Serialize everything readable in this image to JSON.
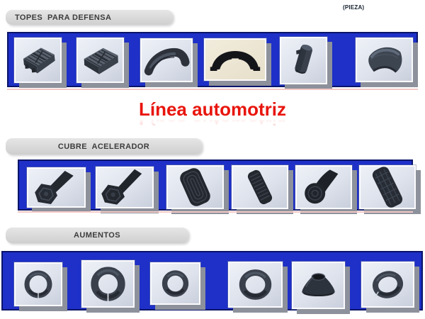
{
  "page": {
    "unit_label": "(PIEZA)",
    "tagline": "Línea automotriz"
  },
  "colors": {
    "band_blue": "#1e30c8",
    "band_border_navy": "#0a1468",
    "tagline_red": "#e8150d",
    "pill_gray": "#d7d7d7",
    "photo_shadow_gray": "#8d919b"
  },
  "sections": [
    {
      "title": "TOPES  PARA DEFENSA",
      "items": [
        {
          "icon": "ribbed-block-stop-icon"
        },
        {
          "icon": "ribbed-block-stop-icon"
        },
        {
          "icon": "curved-ribbed-stop-icon"
        },
        {
          "icon": "arched-bumper-stop-icon"
        },
        {
          "icon": "elongated-block-stop-icon"
        },
        {
          "icon": "saddle-stop-icon"
        }
      ]
    },
    {
      "title": "CUBRE  ACELERADOR",
      "items": [
        {
          "icon": "hex-base-pedal-cover-icon"
        },
        {
          "icon": "hex-base-pedal-cover-icon"
        },
        {
          "icon": "ribbed-pedal-pad-icon"
        },
        {
          "icon": "narrow-ribbed-pad-icon"
        },
        {
          "icon": "round-base-pedal-icon"
        },
        {
          "icon": "long-grid-pedal-pad-icon"
        }
      ]
    },
    {
      "title": "AUMENTOS",
      "items": [
        {
          "icon": "thin-rubber-ring-icon"
        },
        {
          "icon": "thick-split-ring-icon"
        },
        {
          "icon": "medium-ring-icon"
        },
        {
          "icon": "thick-ring-icon"
        },
        {
          "icon": "cone-ring-icon"
        },
        {
          "icon": "tilted-ring-icon"
        }
      ]
    }
  ]
}
